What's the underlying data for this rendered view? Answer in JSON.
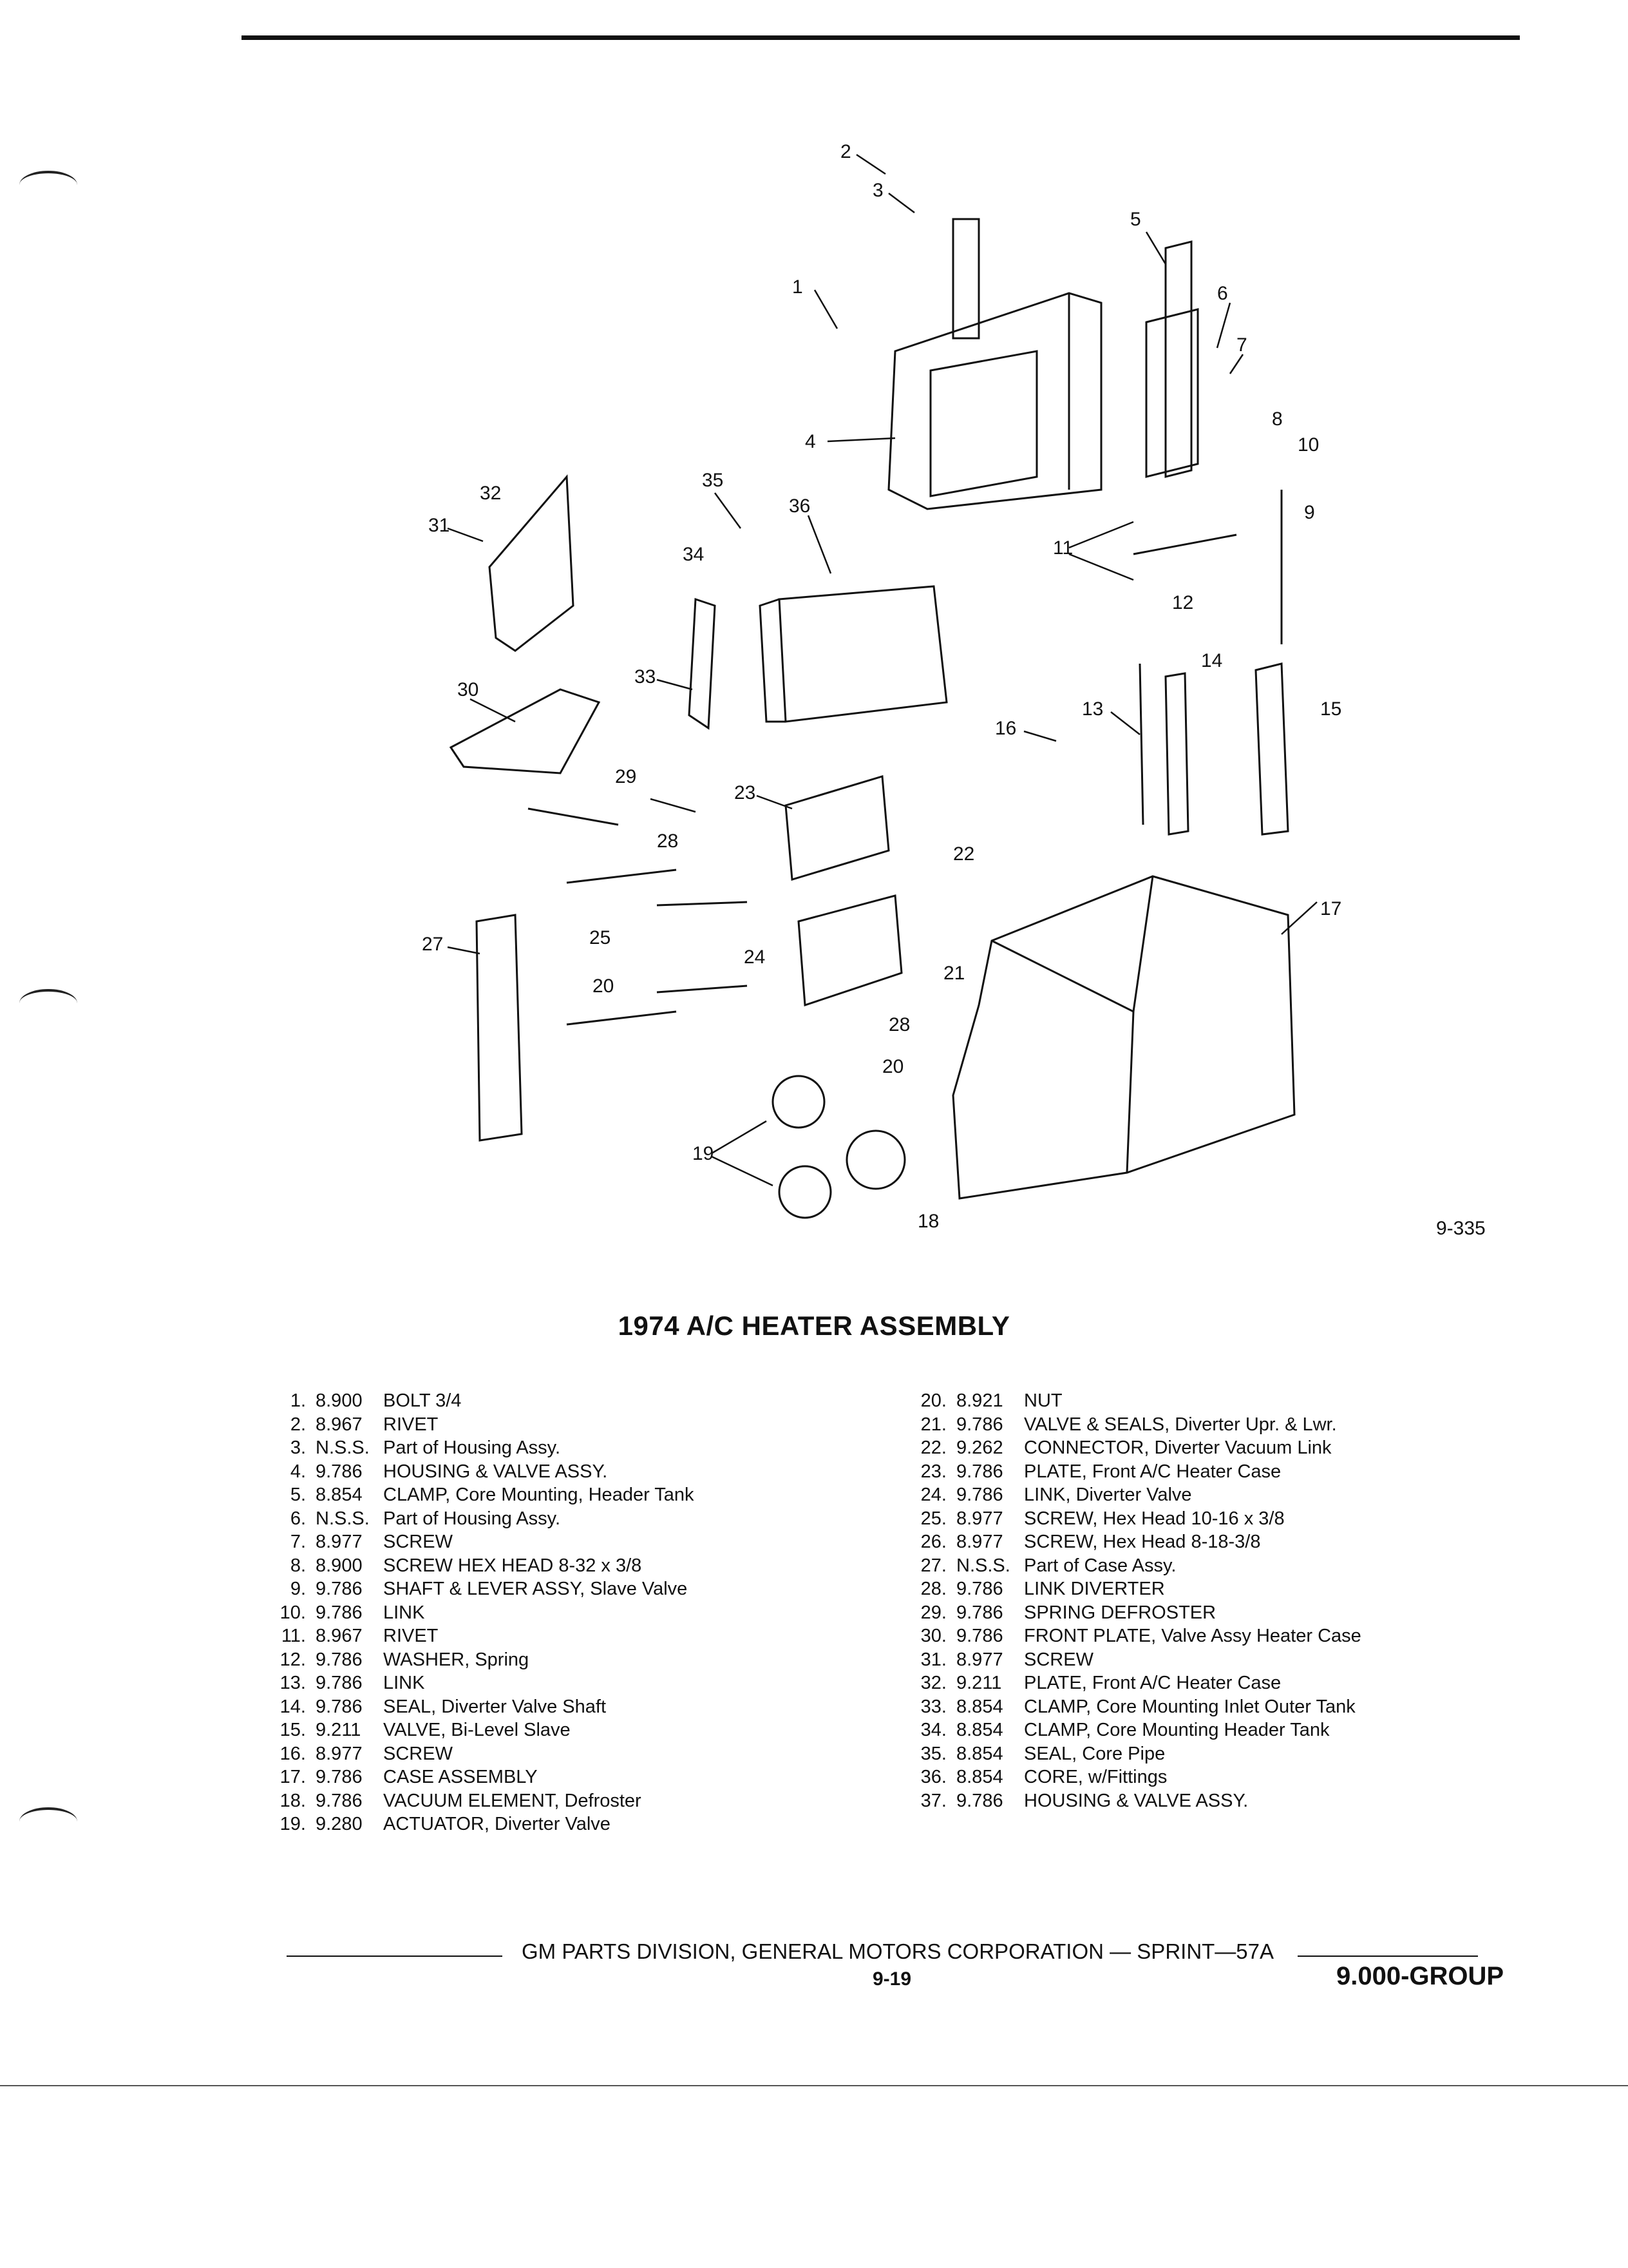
{
  "figure_number": "9-335",
  "title": "1974 A/C HEATER ASSEMBLY",
  "callouts": [
    "1",
    "2",
    "3",
    "4",
    "5",
    "6",
    "7",
    "8",
    "9",
    "10",
    "11",
    "12",
    "13",
    "14",
    "15",
    "16",
    "17",
    "18",
    "19",
    "20",
    "20",
    "21",
    "22",
    "23",
    "24",
    "25",
    "27",
    "28",
    "28",
    "29",
    "30",
    "31",
    "32",
    "33",
    "34",
    "35",
    "36"
  ],
  "parts_left": [
    {
      "n": "1.",
      "code": "8.900",
      "desc": "BOLT 3/4"
    },
    {
      "n": "2.",
      "code": "8.967",
      "desc": "RIVET"
    },
    {
      "n": "3.",
      "code": "N.S.S.",
      "desc": "Part of Housing Assy."
    },
    {
      "n": "4.",
      "code": "9.786",
      "desc": "HOUSING & VALVE ASSY."
    },
    {
      "n": "5.",
      "code": "8.854",
      "desc": "CLAMP, Core Mounting, Header Tank"
    },
    {
      "n": "6.",
      "code": "N.S.S.",
      "desc": "Part of Housing Assy."
    },
    {
      "n": "7.",
      "code": "8.977",
      "desc": "SCREW"
    },
    {
      "n": "8.",
      "code": "8.900",
      "desc": "SCREW HEX HEAD 8-32 x 3/8"
    },
    {
      "n": "9.",
      "code": "9.786",
      "desc": "SHAFT & LEVER ASSY, Slave Valve"
    },
    {
      "n": "10.",
      "code": "9.786",
      "desc": "LINK"
    },
    {
      "n": "11.",
      "code": "8.967",
      "desc": "RIVET"
    },
    {
      "n": "12.",
      "code": "9.786",
      "desc": "WASHER, Spring"
    },
    {
      "n": "13.",
      "code": "9.786",
      "desc": "LINK"
    },
    {
      "n": "14.",
      "code": "9.786",
      "desc": "SEAL, Diverter Valve Shaft"
    },
    {
      "n": "15.",
      "code": "9.211",
      "desc": "VALVE, Bi-Level Slave"
    },
    {
      "n": "16.",
      "code": "8.977",
      "desc": "SCREW"
    },
    {
      "n": "17.",
      "code": "9.786",
      "desc": "CASE ASSEMBLY"
    },
    {
      "n": "18.",
      "code": "9.786",
      "desc": "VACUUM ELEMENT, Defroster"
    },
    {
      "n": "19.",
      "code": "9.280",
      "desc": "ACTUATOR, Diverter Valve"
    }
  ],
  "parts_right": [
    {
      "n": "20.",
      "code": "8.921",
      "desc": "NUT"
    },
    {
      "n": "21.",
      "code": "9.786",
      "desc": "VALVE & SEALS, Diverter Upr. & Lwr."
    },
    {
      "n": "22.",
      "code": "9.262",
      "desc": "CONNECTOR, Diverter Vacuum Link"
    },
    {
      "n": "23.",
      "code": "9.786",
      "desc": "PLATE, Front A/C Heater Case"
    },
    {
      "n": "24.",
      "code": "9.786",
      "desc": "LINK, Diverter Valve"
    },
    {
      "n": "25.",
      "code": "8.977",
      "desc": "SCREW, Hex Head 10-16 x 3/8"
    },
    {
      "n": "26.",
      "code": "8.977",
      "desc": "SCREW, Hex Head 8-18-3/8"
    },
    {
      "n": "27.",
      "code": "N.S.S.",
      "desc": "Part of Case Assy."
    },
    {
      "n": "28.",
      "code": "9.786",
      "desc": "LINK DIVERTER"
    },
    {
      "n": "29.",
      "code": "9.786",
      "desc": "SPRING DEFROSTER"
    },
    {
      "n": "30.",
      "code": "9.786",
      "desc": "FRONT PLATE, Valve Assy Heater Case"
    },
    {
      "n": "31.",
      "code": "8.977",
      "desc": "SCREW"
    },
    {
      "n": "32.",
      "code": "9.211",
      "desc": "PLATE, Front A/C Heater Case"
    },
    {
      "n": "33.",
      "code": "8.854",
      "desc": "CLAMP, Core Mounting Inlet Outer Tank"
    },
    {
      "n": "34.",
      "code": "8.854",
      "desc": "CLAMP, Core Mounting Header Tank"
    },
    {
      "n": "35.",
      "code": "8.854",
      "desc": "SEAL, Core Pipe"
    },
    {
      "n": "36.",
      "code": "8.854",
      "desc": "CORE, w/Fittings"
    },
    {
      "n": "37.",
      "code": "9.786",
      "desc": "HOUSING & VALVE ASSY."
    }
  ],
  "footer": {
    "publisher": "GM PARTS DIVISION, GENERAL MOTORS CORPORATION — SPRINT—57A",
    "page": "9-19",
    "group": "9.000-GROUP"
  }
}
